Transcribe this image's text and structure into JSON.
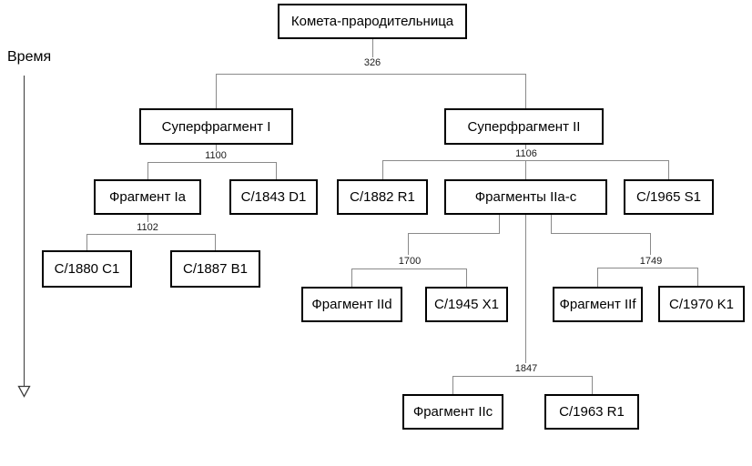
{
  "diagram": {
    "type": "family-tree",
    "subject": "Comet fragmentation genealogy"
  },
  "time_axis": {
    "label": "Время"
  },
  "nodes": {
    "parent": "Комета-прародительница",
    "super1": "Суперфрагмент I",
    "super2": "Суперфрагмент II",
    "frag_ia": "Фрагмент Ia",
    "c1843_d1": "C/1843 D1",
    "c1880_c1": "C/1880 C1",
    "c1887_b1": "C/1887 B1",
    "c1882_r1": "C/1882 R1",
    "frags_iia_c": "Фрагменты IIa-c",
    "c1965_s1": "C/1965 S1",
    "frag_iid": "Фрагмент IId",
    "c1945_x1": "C/1945 X1",
    "frag_iif": "Фрагмент IIf",
    "c1970_k1": "C/1970 K1",
    "frag_iic": "Фрагмент IIc",
    "c1963_r1": "C/1963 R1"
  },
  "split_years": {
    "s326": "326",
    "s1100": "1100",
    "s1102": "1102",
    "s1106": "1106",
    "s1700": "1700",
    "s1749": "1749",
    "s1847": "1847"
  },
  "relations": [
    {
      "year": "326",
      "parent": "Комета-прародительница",
      "children": [
        "Суперфрагмент I",
        "Суперфрагмент II"
      ]
    },
    {
      "year": "1100",
      "parent": "Суперфрагмент I",
      "children": [
        "Фрагмент Ia",
        "C/1843 D1"
      ]
    },
    {
      "year": "1102",
      "parent": "Фрагмент Ia",
      "children": [
        "C/1880 C1",
        "C/1887 B1"
      ]
    },
    {
      "year": "1106",
      "parent": "Суперфрагмент II",
      "children": [
        "C/1882 R1",
        "Фрагменты IIa-c",
        "C/1965 S1"
      ]
    },
    {
      "year": "1700",
      "parent": "Фрагменты IIa-c",
      "children": [
        "Фрагмент IId",
        "C/1945 X1"
      ]
    },
    {
      "year": "1749",
      "parent": "Фрагменты IIa-c",
      "children": [
        "Фрагмент IIf",
        "C/1970 K1"
      ]
    },
    {
      "year": "1847",
      "parent": "Фрагменты IIa-c",
      "children": [
        "Фрагмент IIc",
        "C/1963 R1"
      ]
    }
  ],
  "colors": {
    "box_border": "#000000",
    "connector": "#8a8a8a",
    "text": "#000000",
    "background": "#ffffff"
  }
}
